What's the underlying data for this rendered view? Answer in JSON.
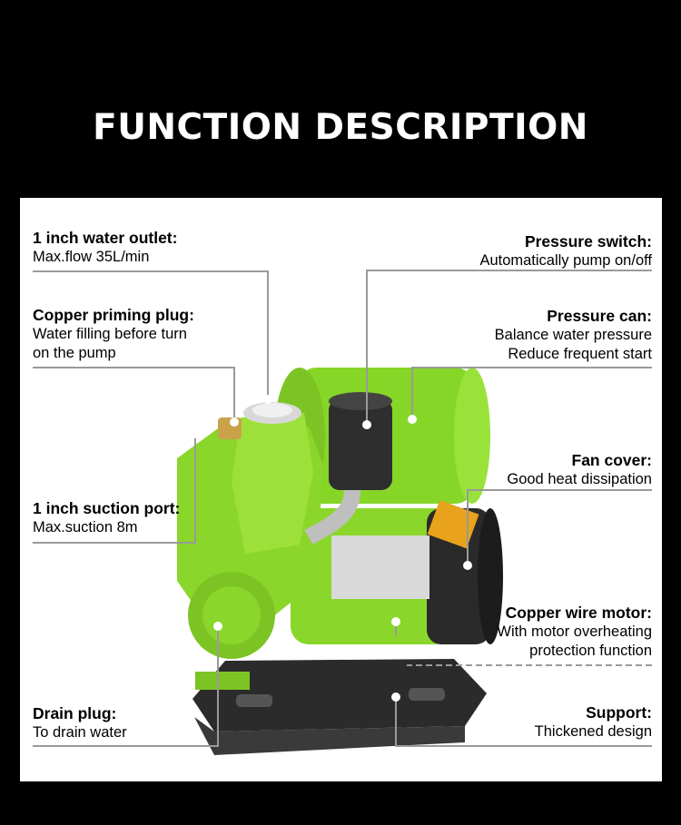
{
  "title": "FUNCTION DESCRIPTION",
  "colors": {
    "background": "#000000",
    "panel": "#ffffff",
    "pump_body": "#8ad62a",
    "leader": "#9a9a9a"
  },
  "callouts": {
    "water_outlet": {
      "heading": "1 inch water outlet:",
      "lines": [
        "Max.flow 35L/min"
      ]
    },
    "priming_plug": {
      "heading": "Copper priming plug:",
      "lines": [
        "Water filling before turn",
        "on the pump"
      ]
    },
    "suction_port": {
      "heading": "1 inch suction port:",
      "lines": [
        "Max.suction 8m"
      ]
    },
    "drain_plug": {
      "heading": "Drain plug:",
      "lines": [
        "To drain water"
      ]
    },
    "pressure_switch": {
      "heading": "Pressure switch:",
      "lines": [
        "Automatically pump on/off"
      ]
    },
    "pressure_can": {
      "heading": "Pressure can:",
      "lines": [
        "Balance water pressure",
        "Reduce frequent start"
      ]
    },
    "fan_cover": {
      "heading": "Fan cover:",
      "lines": [
        "Good heat dissipation"
      ]
    },
    "motor": {
      "heading": "Copper wire motor:",
      "lines": [
        "With motor overheating",
        "protection function"
      ]
    },
    "support": {
      "heading": "Support:",
      "lines": [
        "Thickened design"
      ]
    }
  }
}
